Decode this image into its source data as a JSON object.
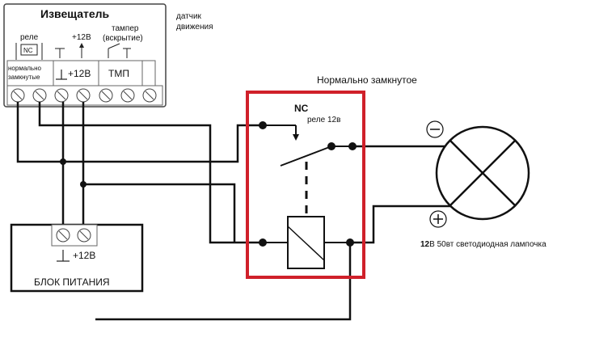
{
  "detector": {
    "title": "Извещатель",
    "relay_label": "реле",
    "nc_label": "NC",
    "plus12_top": "+12В",
    "tamper_label_line1": "тампер",
    "tamper_label_line2": "(вскрытие)",
    "normally_closed_line1": "нормально",
    "normally_closed_line2": "замкнутые",
    "ground_plus12": "+12В",
    "tmp_label": "ТМП"
  },
  "sensor_caption": {
    "line1": "датчик",
    "line2": "движения"
  },
  "relay": {
    "header": "Нормально замкнутое",
    "nc": "NC",
    "sub": "реле 12в",
    "frame_color": "#d0202a"
  },
  "power_supply": {
    "terminal_label": "+12В",
    "label": "БЛОК ПИТАНИЯ"
  },
  "lamp": {
    "minus": "−",
    "plus": "+",
    "caption_bold": "12",
    "caption_rest": "В 50вт светодиодная лампочка"
  }
}
